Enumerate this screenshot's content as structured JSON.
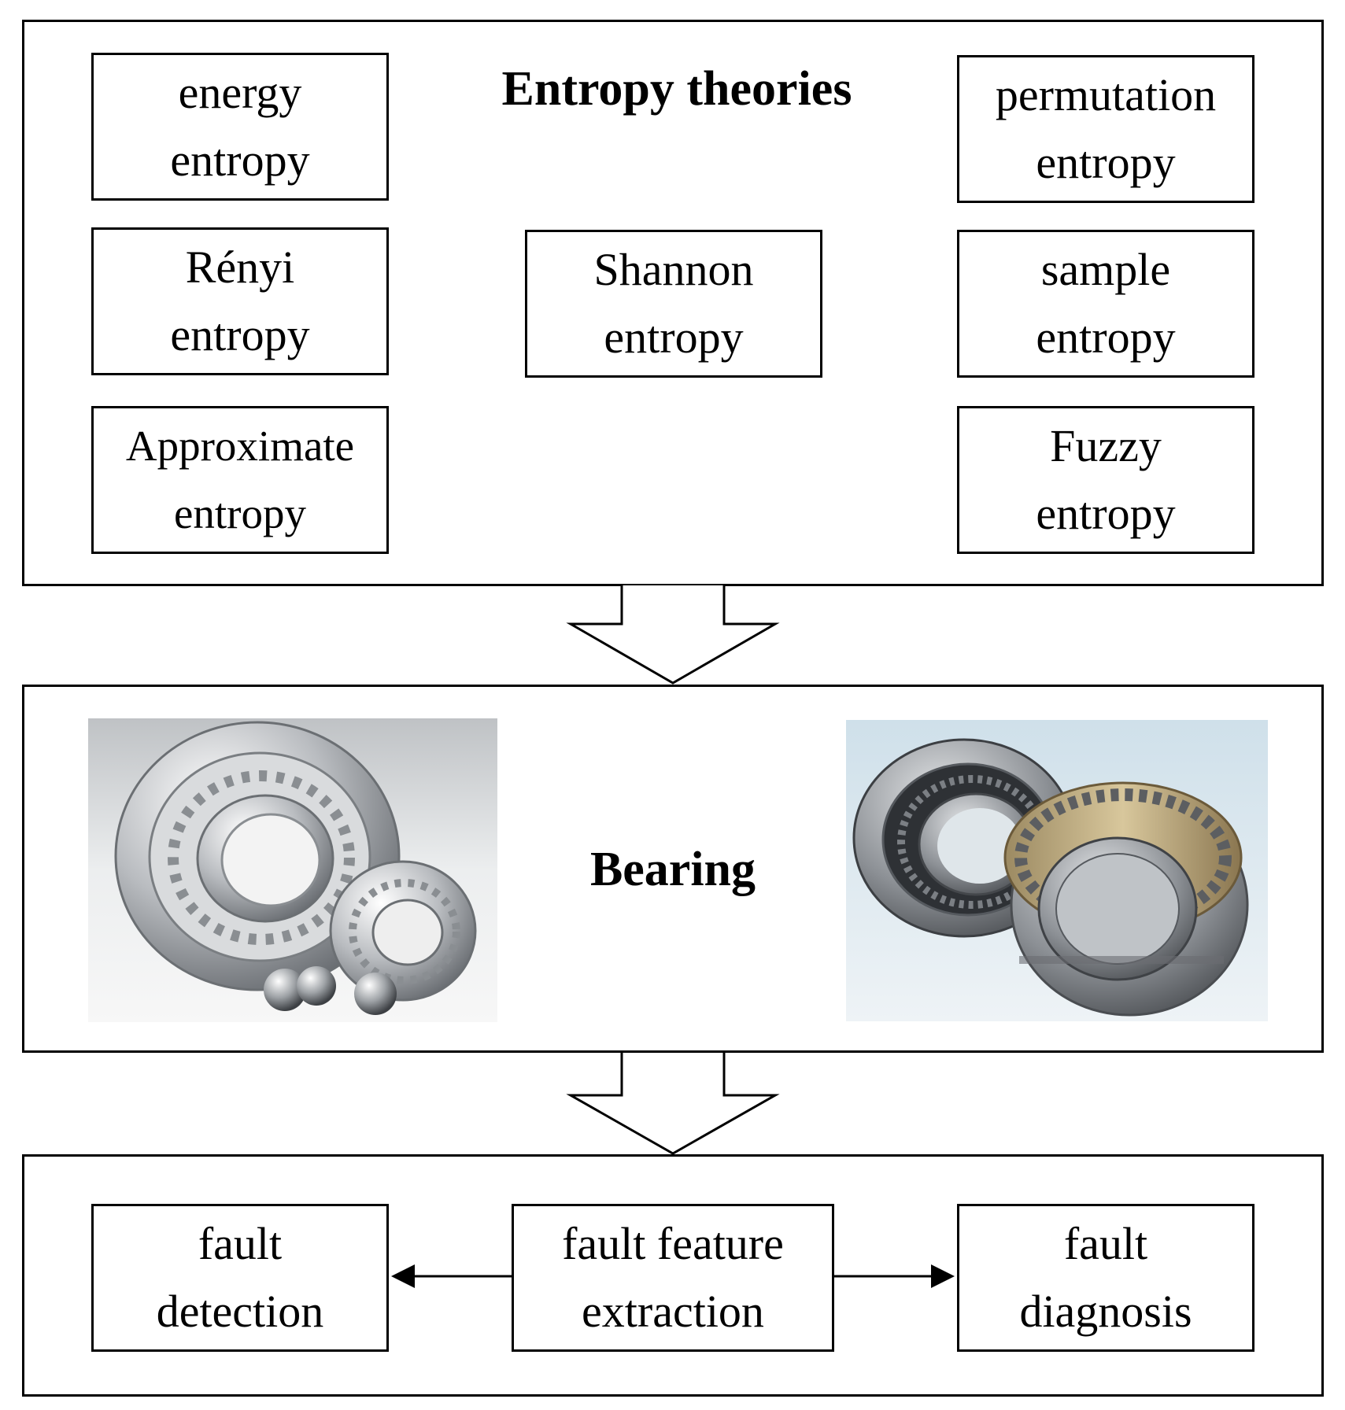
{
  "entropy_panel": {
    "title": "Entropy theories",
    "boxes": [
      {
        "line1": "energy",
        "line2": "entropy"
      },
      {
        "line1": "Rényi",
        "line2": "entropy"
      },
      {
        "line1": "Approximate",
        "line2": "entropy"
      },
      {
        "line1": "Shannon",
        "line2": "entropy"
      },
      {
        "line1": "permutation",
        "line2": "entropy"
      },
      {
        "line1": "sample",
        "line2": "entropy"
      },
      {
        "line1": "Fuzzy",
        "line2": "entropy"
      }
    ]
  },
  "bearing_panel": {
    "title": "Bearing",
    "images": [
      "ball-bearing-photo",
      "roller-bearing-photo"
    ]
  },
  "fault_panel": {
    "boxes": [
      {
        "line1": "fault",
        "line2": "detection"
      },
      {
        "line1": "fault feature",
        "line2": "extraction"
      },
      {
        "line1": "fault",
        "line2": "diagnosis"
      }
    ]
  }
}
